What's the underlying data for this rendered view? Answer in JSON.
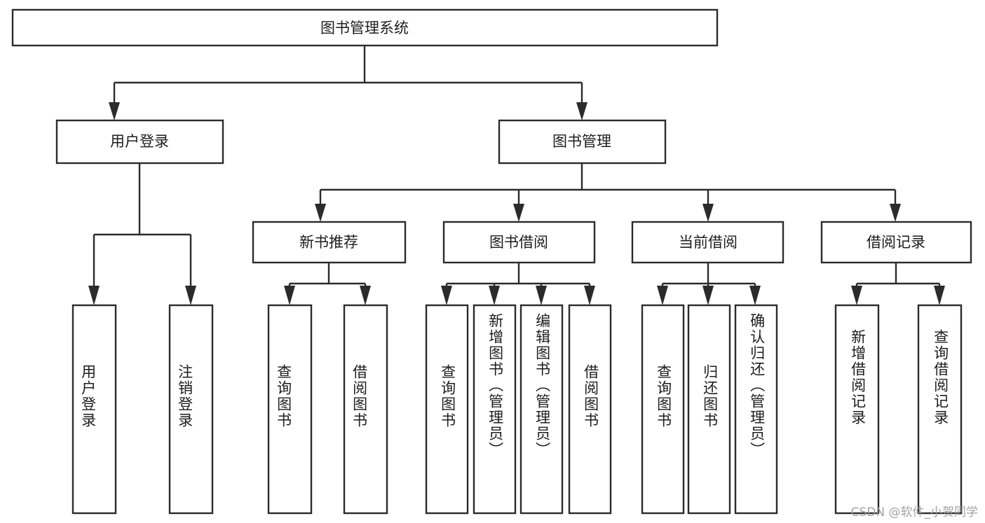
{
  "diagram": {
    "kind": "tree-hierarchy-chart",
    "title": "图书管理系统",
    "watermark": "CSDN @软件_小贺同学",
    "colors": {
      "box_stroke": "#2b2b2b",
      "box_fill": "#ffffff",
      "text": "#1d1d1d",
      "connector": "#2b2b2b",
      "background": "#ffffff",
      "watermark": "#9b9b9b"
    },
    "root": {
      "label": "图书管理系统"
    },
    "level1": [
      {
        "label": "用户登录"
      },
      {
        "label": "图书管理"
      }
    ],
    "level2": [
      {
        "label": "新书推荐"
      },
      {
        "label": "图书借阅"
      },
      {
        "label": "当前借阅"
      },
      {
        "label": "借阅记录"
      }
    ],
    "leaves": {
      "user_login": [
        {
          "label": "用户登录"
        },
        {
          "label": "注销登录"
        }
      ],
      "new_book_recommend": [
        {
          "label": "查询图书"
        },
        {
          "label": "借阅图书"
        }
      ],
      "book_borrow": [
        {
          "label": "查询图书"
        },
        {
          "label": "新增图书（管理员）"
        },
        {
          "label": "编辑图书（管理员）"
        },
        {
          "label": "借阅图书"
        }
      ],
      "current_borrow": [
        {
          "label": "查询图书"
        },
        {
          "label": "归还图书"
        },
        {
          "label": "确认归还（管理员）"
        }
      ],
      "borrow_record": [
        {
          "label": "新增借阅记录"
        },
        {
          "label": "查询借阅记录"
        }
      ]
    }
  }
}
